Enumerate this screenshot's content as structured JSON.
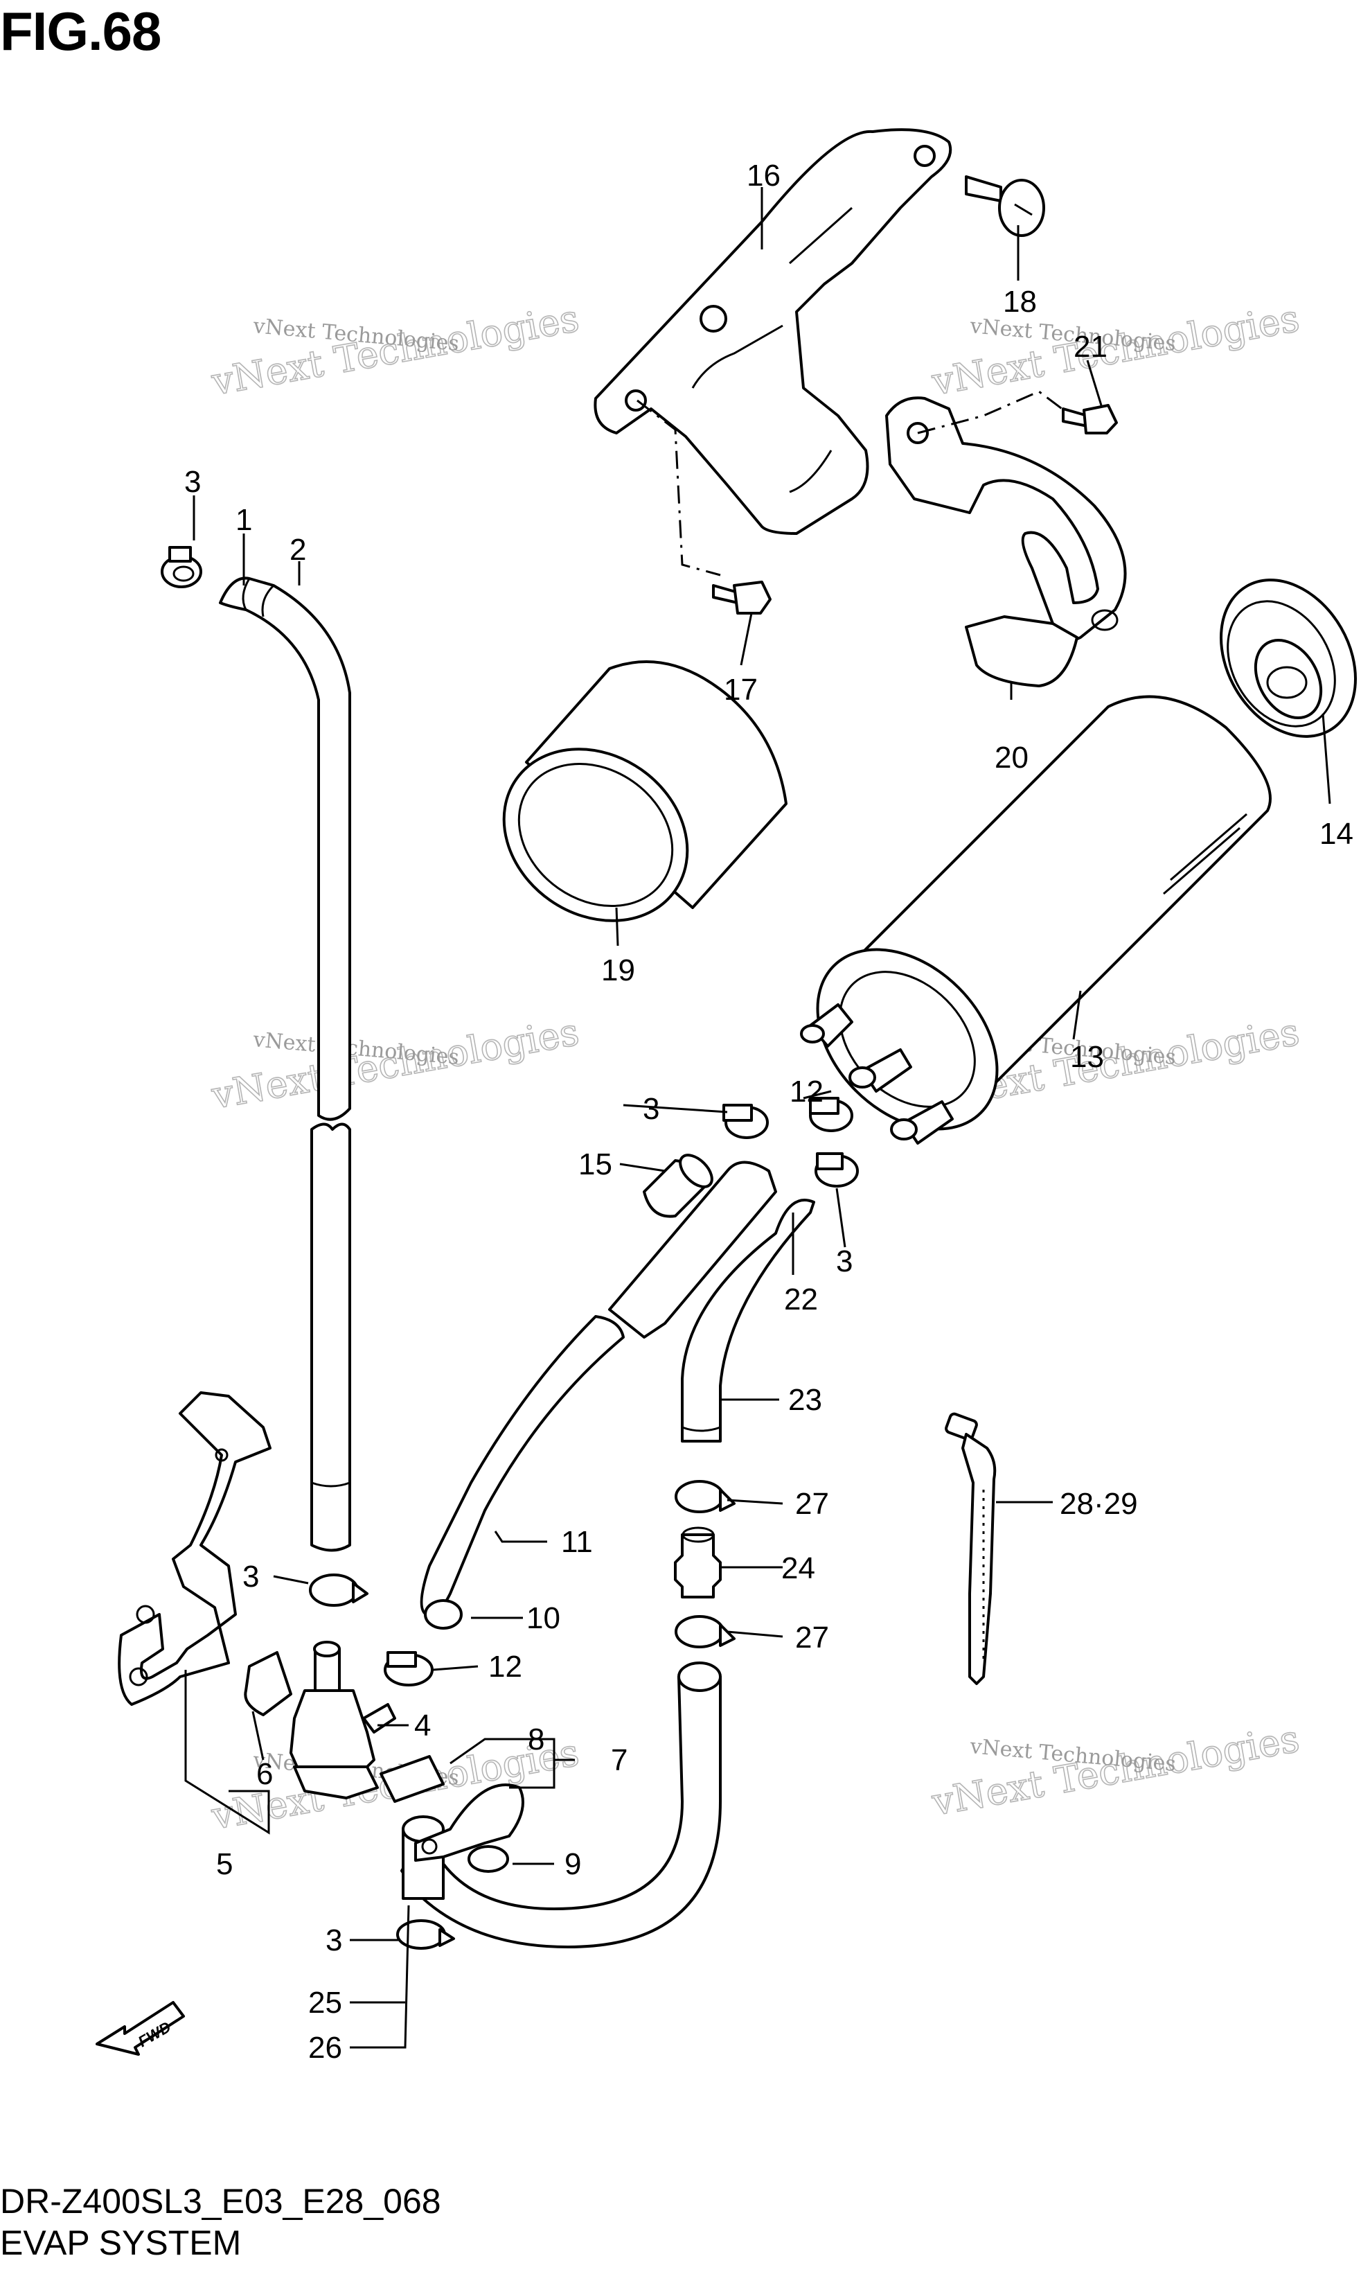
{
  "figure": {
    "title": "FIG.68",
    "model_code": "DR-Z400SL3_E03_E28_068",
    "system_name": "EVAP SYSTEM",
    "watermark_line1": "vNext Technologies",
    "watermark_line2": "vNext Technologies",
    "fwd_label": "FWD"
  },
  "callouts": {
    "p1": "1",
    "p2": "2",
    "p3a": "3",
    "p3b": "3",
    "p3c": "3",
    "p3d": "3",
    "p3e": "3",
    "p4": "4",
    "p5": "5",
    "p6": "6",
    "p7": "7",
    "p8": "8",
    "p9": "9",
    "p10": "10",
    "p11": "11",
    "p12a": "12",
    "p12b": "12",
    "p13": "13",
    "p14": "14",
    "p15": "15",
    "p16": "16",
    "p17": "17",
    "p18": "18",
    "p19": "19",
    "p20": "20",
    "p21": "21",
    "p22": "22",
    "p23": "23",
    "p24": "24",
    "p25": "25",
    "p26": "26",
    "p27a": "27",
    "p27b": "27",
    "p2829": "28·29"
  }
}
